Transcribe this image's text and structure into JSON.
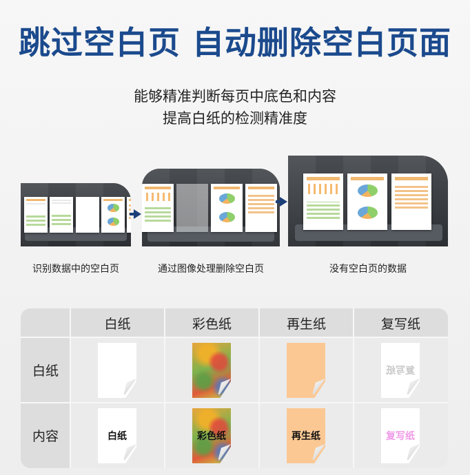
{
  "title": "跳过空白页 自动删除空白页面",
  "subtitle_lines": [
    "能够精准判断每页中底色和内容",
    "提高白纸的检测精准度"
  ],
  "steps": [
    {
      "caption": "识别数据中的空白页"
    },
    {
      "caption": "通过图像处理删除空白页"
    },
    {
      "caption": "没有空白页的数据"
    }
  ],
  "table": {
    "columns": [
      "白纸",
      "彩色纸",
      "再生纸",
      "复写纸"
    ],
    "rows": [
      {
        "label": "白纸",
        "cells": [
          "",
          "",
          "",
          "复写纸"
        ]
      },
      {
        "label": "内容",
        "cells": [
          "白纸",
          "彩色纸",
          "再生纸",
          "复写纸"
        ]
      }
    ]
  },
  "colors": {
    "title_blue": "#1b4a8d",
    "arrow_blue": "#1b3f78",
    "recycled_orange": "#fbc894",
    "carbon_pink": "#f09ae8"
  },
  "icons": [
    "right-arrow-icon",
    "page-curl-icon"
  ]
}
